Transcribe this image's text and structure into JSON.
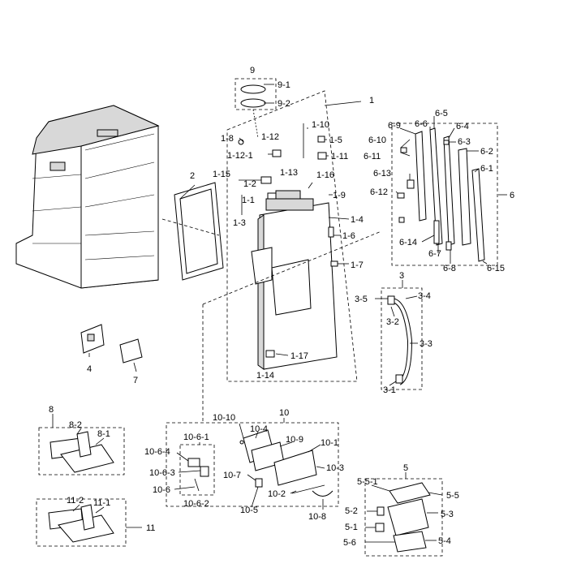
{
  "labels": {
    "l9": "9",
    "l9_1": "9-1",
    "l9_2": "9-2",
    "l1": "1",
    "l1_8": "1-8",
    "l1_12": "1-12",
    "l1_10": "1-10",
    "l1_5": "1-5",
    "l1_12_1": "1-12-1",
    "l1_11": "1-11",
    "l1_15": "1-15",
    "l1_13": "1-13",
    "l1_16": "1-16",
    "l1_2": "1-2",
    "l1_1": "1-1",
    "l1_9": "1-9",
    "l1_3": "1-3",
    "l1_4": "1-4",
    "l1_6": "1-6",
    "l1_7": "1-7",
    "l1_17": "1-17",
    "l1_14": "1-14",
    "l2": "2",
    "l6_5": "6-5",
    "l6_9": "6-9",
    "l6_6": "6-6",
    "l6_4": "6-4",
    "l6_10": "6-10",
    "l6_3": "6-3",
    "l6_11": "6-11",
    "l6_2": "6-2",
    "l6_1": "6-1",
    "l6_13": "6-13",
    "l6_12": "6-12",
    "l6": "6",
    "l6_14": "6-14",
    "l6_7": "6-7",
    "l6_8": "6-8",
    "l6_15": "6-15",
    "l3": "3",
    "l3_5": "3-5",
    "l3_4": "3-4",
    "l3_2": "3-2",
    "l3_3": "3-3",
    "l3_1": "3-1",
    "l4": "4",
    "l7": "7",
    "l8": "8",
    "l8_2": "8-2",
    "l8_1": "8-1",
    "l11_2": "11-2",
    "l11_1": "11-1",
    "l11": "11",
    "l10": "10",
    "l10_10": "10-10",
    "l10_4": "10-4",
    "l10_6_1": "10-6-1",
    "l10_9": "10-9",
    "l10_1": "10-1",
    "l10_6_4": "10-6-4",
    "l10_3": "10-3",
    "l10_6_3": "10-6-3",
    "l10_7": "10-7",
    "l10_6": "10-6",
    "l10_2": "10-2",
    "l10_6_2": "10-6-2",
    "l10_5": "10-5",
    "l10_8": "10-8",
    "l5": "5",
    "l5_5_1": "5-5-1",
    "l5_5": "5-5",
    "l5_2": "5-2",
    "l5_3": "5-3",
    "l5_1": "5-1",
    "l5_6": "5-6",
    "l5_4": "5-4"
  }
}
